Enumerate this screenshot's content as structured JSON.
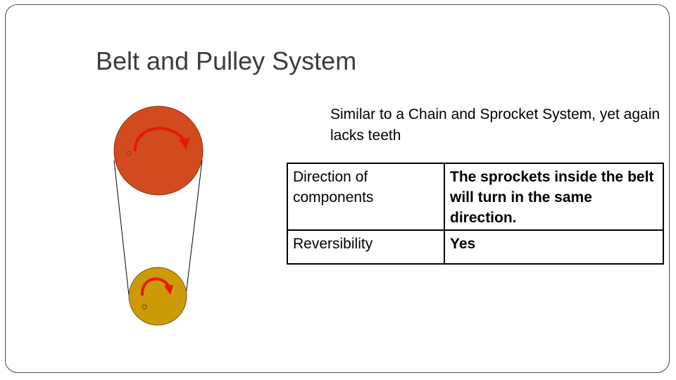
{
  "slide": {
    "title": "Belt and Pulley System",
    "subtitle": "Similar to a Chain and Sprocket System, yet again lacks teeth"
  },
  "table": {
    "rows": [
      {
        "label": "Direction of components",
        "value": "The sprockets inside the belt will turn in the same direction."
      },
      {
        "label": "Reversibility",
        "value": "Yes"
      }
    ]
  },
  "diagram": {
    "large_pulley_color": "#d24b1f",
    "small_pulley_color": "#cc9a06",
    "arrow_color": "#e8170c",
    "belt_color": "#000000"
  }
}
